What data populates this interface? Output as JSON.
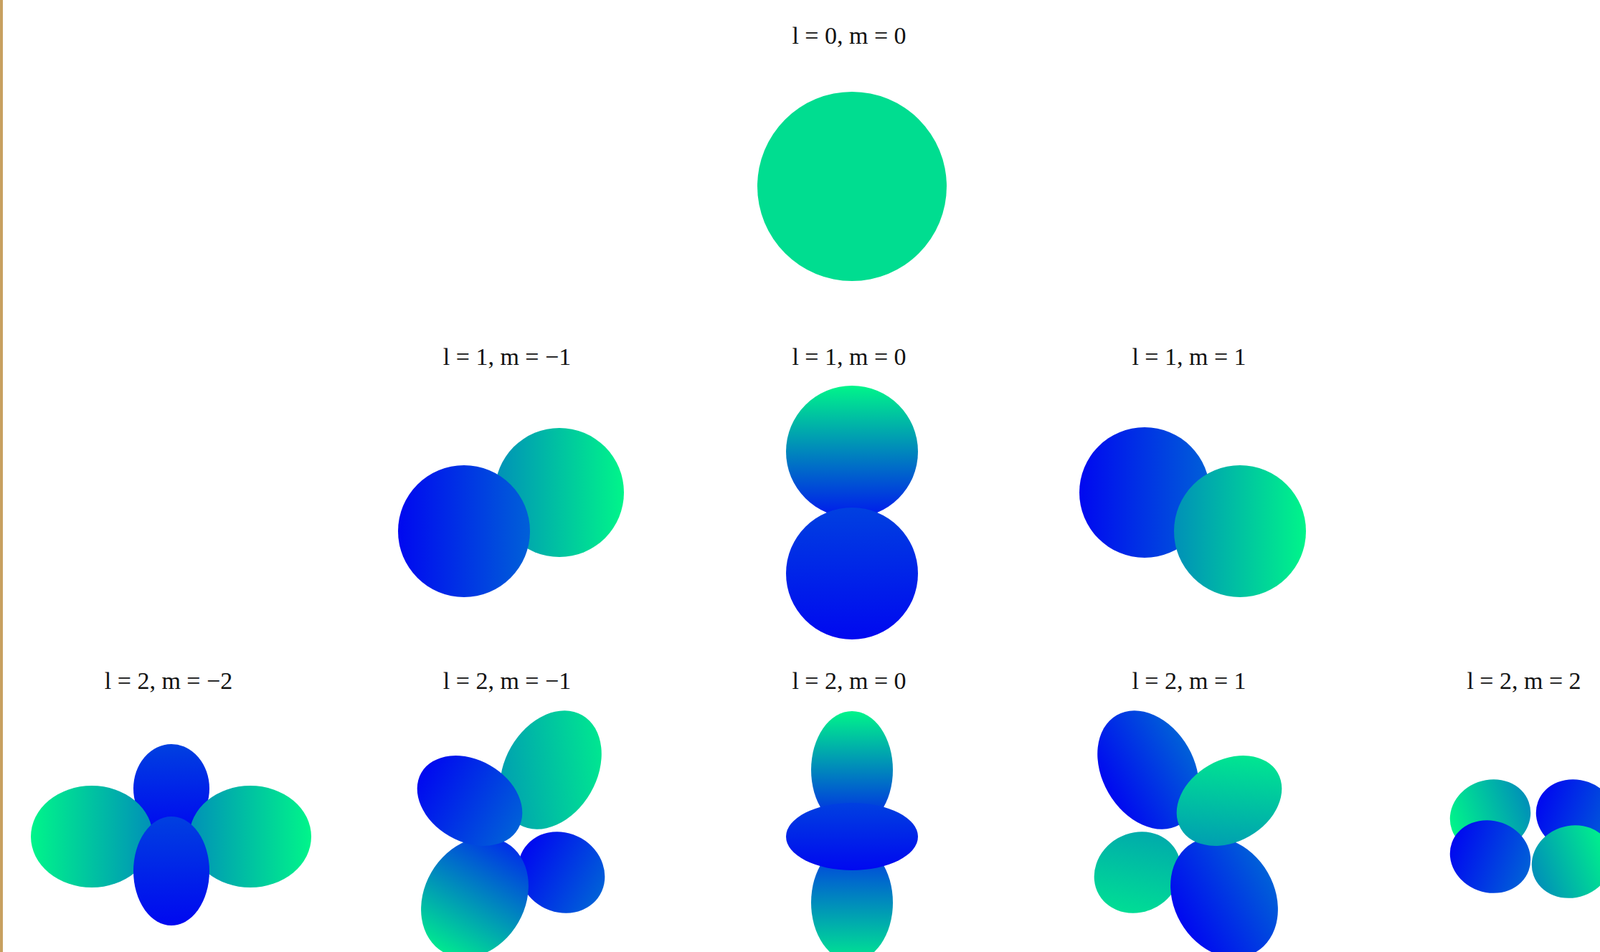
{
  "diagram": {
    "labels": [
      "l = 0, m = 0",
      "l = 1, m = −1",
      "l = 1, m = 0",
      "l = 1, m = 1",
      "l = 2, m = −2",
      "l = 2, m = −1",
      "l = 2, m = 0",
      "l = 2, m = 1",
      "l = 2, m = 2"
    ]
  }
}
